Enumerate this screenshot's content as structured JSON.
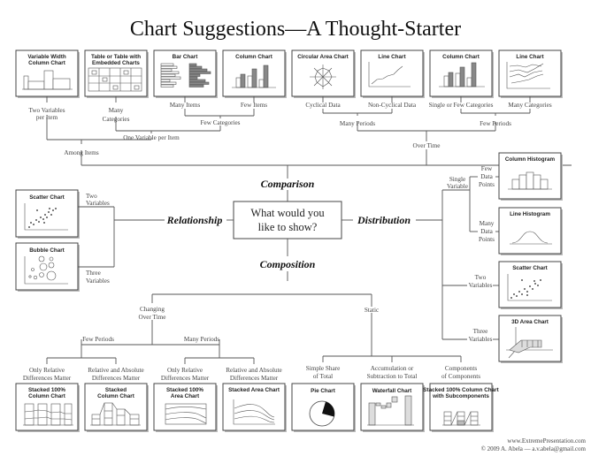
{
  "title": "Chart Suggestions—A Thought-Starter",
  "center_question": [
    "What would you",
    "like to show?"
  ],
  "categories": {
    "comparison": "Comparison",
    "relationship": "Relationship",
    "distribution": "Distribution",
    "composition": "Composition"
  },
  "comparison": {
    "among_items": "Among Items",
    "over_time": "Over Time",
    "two_variables_per_item": [
      "Two Variables",
      "per Item"
    ],
    "one_variable_per_item": "One Variable per Item",
    "many_categories": [
      "Many",
      "Categories"
    ],
    "few_categories": "Few Categories",
    "many_items": "Many Items",
    "few_items": "Few Items",
    "many_periods": "Many Periods",
    "few_periods": "Few Periods",
    "cyclical_data": "Cyclical Data",
    "non_cyclical_data": "Non-Cyclical Data",
    "single_or_few_categories": "Single or Few Categories",
    "many_categories_time": "Many Categories",
    "charts": [
      {
        "id": "variable-width-column-chart",
        "title": [
          "Variable Width",
          "Column Chart"
        ]
      },
      {
        "id": "table-with-embedded-charts",
        "title": [
          "Table or Table with",
          "Embedded Charts"
        ]
      },
      {
        "id": "bar-chart",
        "title": [
          "Bar Chart"
        ]
      },
      {
        "id": "column-chart",
        "title": [
          "Column Chart"
        ]
      },
      {
        "id": "circular-area-chart",
        "title": [
          "Circular Area Chart"
        ]
      },
      {
        "id": "line-chart",
        "title": [
          "Line Chart"
        ]
      },
      {
        "id": "column-chart-time",
        "title": [
          "Column Chart"
        ]
      },
      {
        "id": "line-chart-many",
        "title": [
          "Line Chart"
        ]
      }
    ]
  },
  "relationship": {
    "two_variables": [
      "Two",
      "Variables"
    ],
    "three_variables": [
      "Three",
      "Variables"
    ],
    "charts": [
      {
        "id": "scatter-chart",
        "title": [
          "Scatter Chart"
        ]
      },
      {
        "id": "bubble-chart",
        "title": [
          "Bubble Chart"
        ]
      }
    ]
  },
  "distribution": {
    "single_variable": [
      "Single",
      "Variable"
    ],
    "few_data_points": [
      "Few",
      "Data",
      "Points"
    ],
    "many_data_points": [
      "Many",
      "Data",
      "Points"
    ],
    "two_variables": [
      "Two",
      "Variables"
    ],
    "three_variables": [
      "Three",
      "Variables"
    ],
    "charts": [
      {
        "id": "column-histogram",
        "title": [
          "Column Histogram"
        ]
      },
      {
        "id": "line-histogram",
        "title": [
          "Line Histogram"
        ]
      },
      {
        "id": "scatter-chart-dist",
        "title": [
          "Scatter Chart"
        ]
      },
      {
        "id": "3d-area-chart",
        "title": [
          "3D Area Chart"
        ]
      }
    ]
  },
  "composition": {
    "changing_over_time": [
      "Changing",
      "Over Time"
    ],
    "static": "Static",
    "few_periods": "Few Periods",
    "many_periods": "Many Periods",
    "only_relative": [
      "Only Relative",
      "Differences Matter"
    ],
    "relative_and_absolute": [
      "Relative and Absolute",
      "Differences Matter"
    ],
    "simple_share": [
      "Simple Share",
      "of Total"
    ],
    "accumulation": [
      "Accumulation or",
      "Subtraction to Total"
    ],
    "components": [
      "Components",
      "of Components"
    ],
    "charts": [
      {
        "id": "stacked-100-column-chart",
        "title": [
          "Stacked 100%",
          "Column Chart"
        ]
      },
      {
        "id": "stacked-column-chart",
        "title": [
          "Stacked",
          "Column Chart"
        ]
      },
      {
        "id": "stacked-100-area-chart",
        "title": [
          "Stacked 100%",
          "Area Chart"
        ]
      },
      {
        "id": "stacked-area-chart",
        "title": [
          "Stacked Area Chart"
        ]
      },
      {
        "id": "pie-chart",
        "title": [
          "Pie Chart"
        ]
      },
      {
        "id": "waterfall-chart",
        "title": [
          "Waterfall Chart"
        ]
      },
      {
        "id": "stacked-100-column-subcomponents",
        "title": [
          "Stacked 100% Column Chart",
          "with Subcomponents"
        ]
      }
    ]
  },
  "footer": {
    "website": "www.ExtremePresentation.com",
    "copyright": "© 2009  A. Abela — a.v.abela@gmail.com"
  }
}
